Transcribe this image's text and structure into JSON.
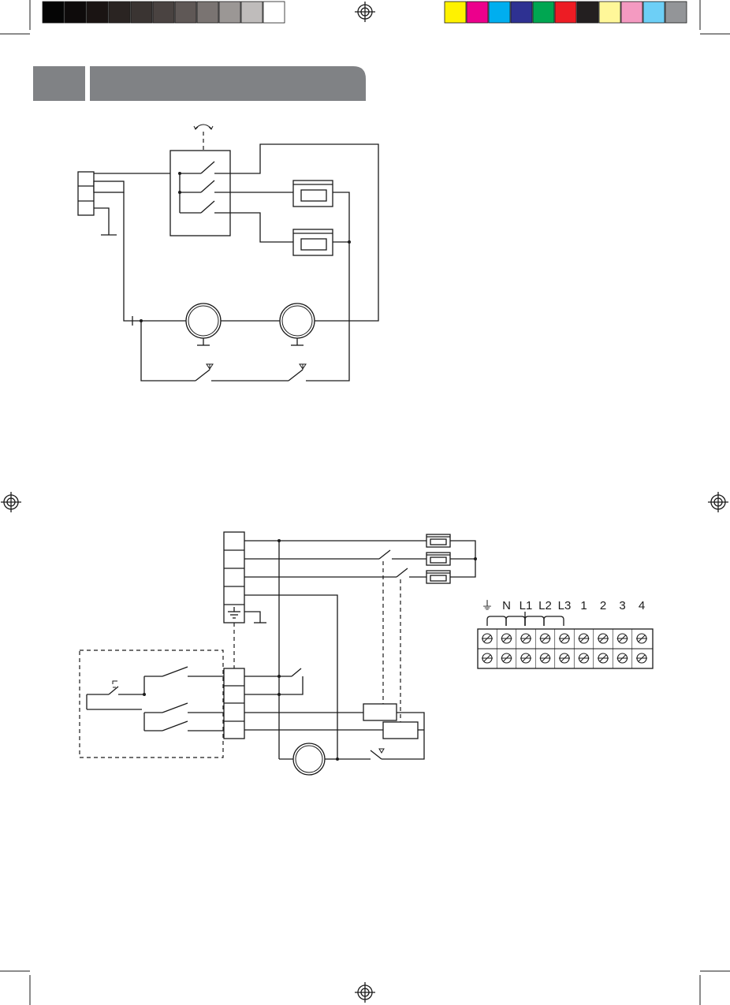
{
  "color_bar": {
    "grays": [
      "#050505",
      "#0e0b0b",
      "#1a1413",
      "#2a2422",
      "#3a3432",
      "#4a4341",
      "#5f5856",
      "#7a7472",
      "#9b9795",
      "#bfbcbb",
      "#ffffff"
    ],
    "colors": [
      "#fff200",
      "#ec008c",
      "#00aeef",
      "#2e3192",
      "#00a651",
      "#ed1c24",
      "#231f20",
      "#fff799",
      "#f49ac1",
      "#6dcff6",
      "#939598"
    ]
  },
  "header_band_color": "#808285",
  "terminal_block": {
    "labels": [
      "⏚",
      "N",
      "L1",
      "L2",
      "L3",
      "1",
      "2",
      "3",
      "4"
    ]
  }
}
